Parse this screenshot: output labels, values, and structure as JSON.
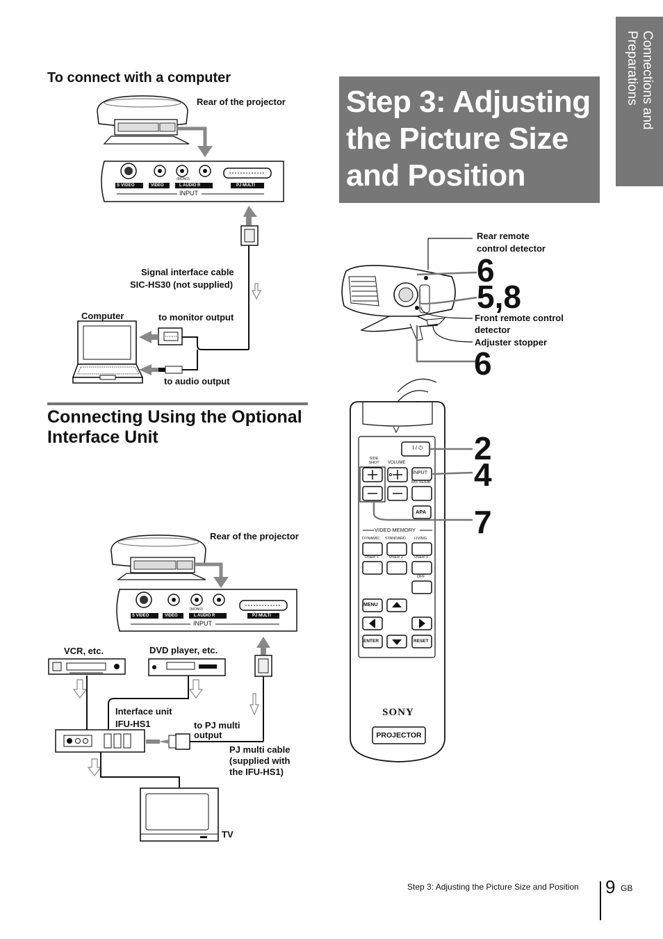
{
  "side_tab": {
    "text": "Connections and Preparations"
  },
  "step_title": "Step 3: Adjusting the Picture Size and Position",
  "connect_computer": {
    "heading": "To connect with a computer",
    "rear_label": "Rear of the projector",
    "panel_labels": [
      "S VIDEO",
      "VIDEO",
      "L AUDIO R",
      "PJ MULTI"
    ],
    "mono": "(MONO)",
    "input": "INPUT",
    "cable_line1": "Signal interface cable",
    "cable_line2": "SIC-HS30 (not supplied)",
    "computer": "Computer",
    "monitor_output": "to monitor output",
    "audio_output": "to audio output"
  },
  "section": {
    "title": "Connecting Using the Optional Interface Unit"
  },
  "connect_interface": {
    "rear_label": "Rear of the projector",
    "panel_labels": [
      "S VIDEO",
      "VIDEO",
      "L AUDIO R",
      "PJ MULTI"
    ],
    "mono": "(MONO)",
    "input": "INPUT",
    "vcr": "VCR, etc.",
    "dvd": "DVD player, etc.",
    "unit_line1": "Interface unit",
    "unit_line2": "IFU-HS1",
    "pj_multi_line1": "to PJ multi",
    "pj_multi_line2": "output",
    "cable_line1": "PJ multi cable",
    "cable_line2": "(supplied with",
    "cable_line3": "the IFU-HS1)",
    "tv": "TV"
  },
  "projector_diagram": {
    "rear_detector_line1": "Rear remote",
    "rear_detector_line2": "control detector",
    "front_detector_line1": "Front remote control",
    "front_detector_line2": "detector",
    "adjuster": "Adjuster stopper",
    "steps": [
      "6",
      "5,8",
      "6"
    ]
  },
  "remote": {
    "steps": [
      "2",
      "4",
      "7"
    ],
    "side_shot": "SIDE SHOT",
    "volume": "VOLUME",
    "power": "I / ⏻",
    "input": "INPUT",
    "ms_slide": "MS SLIDE",
    "apa": "APA",
    "video_memory": "VIDEO MEMORY",
    "dynamic": "DYNAMIC",
    "standard": "STANDARD",
    "living": "LIVING",
    "user1": "USER 1",
    "user2": "USER 2",
    "user3": "USER 3",
    "off": "OFF",
    "menu": "MENU",
    "enter": "ENTER",
    "reset": "RESET",
    "brand": "SONY",
    "projector": "PROJECTOR"
  },
  "footer": {
    "text": "Step 3: Adjusting the Picture Size and Position",
    "page": "9",
    "suffix": "GB"
  },
  "colors": {
    "band": "#777777",
    "arrow_gray": "#888888",
    "text": "#111111"
  }
}
